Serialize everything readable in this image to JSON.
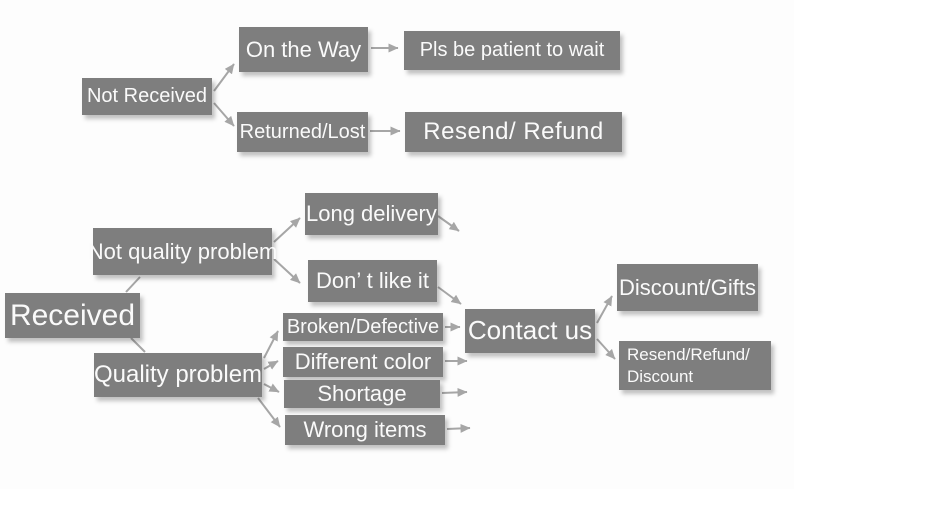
{
  "diagram": {
    "type": "flowchart",
    "colors": {
      "node_fill": "#7e7e7e",
      "node_text": "#fafafa",
      "arrow": "#a6a6a6",
      "background": "#fdfdfd"
    },
    "nodes": {
      "not_received": "Not Received",
      "on_the_way": "On the Way",
      "pls_be_patient": "Pls be patient to wait",
      "returned_lost": "Returned/Lost",
      "resend_refund": "Resend/ Refund",
      "received": "Received",
      "not_quality_problem": "Not quality problem",
      "long_delivery": "Long delivery",
      "dont_like_it": "Don’ t like it",
      "quality_problem": "Quality problem",
      "broken_defective": "Broken/Defective",
      "different_color": "Different color",
      "shortage": "Shortage",
      "wrong_items": "Wrong items",
      "contact_us": "Contact us",
      "discount_gifts": "Discount/Gifts",
      "resend_refund_discount": "Resend/Refund/\nDiscount"
    },
    "edges": [
      {
        "from": "not_received",
        "to": "on_the_way"
      },
      {
        "from": "not_received",
        "to": "returned_lost"
      },
      {
        "from": "on_the_way",
        "to": "pls_be_patient"
      },
      {
        "from": "returned_lost",
        "to": "resend_refund"
      },
      {
        "from": "received",
        "to": "not_quality_problem"
      },
      {
        "from": "received",
        "to": "quality_problem"
      },
      {
        "from": "not_quality_problem",
        "to": "long_delivery"
      },
      {
        "from": "not_quality_problem",
        "to": "dont_like_it"
      },
      {
        "from": "long_delivery",
        "to": "contact_us"
      },
      {
        "from": "dont_like_it",
        "to": "contact_us"
      },
      {
        "from": "quality_problem",
        "to": "broken_defective"
      },
      {
        "from": "quality_problem",
        "to": "different_color"
      },
      {
        "from": "quality_problem",
        "to": "shortage"
      },
      {
        "from": "quality_problem",
        "to": "wrong_items"
      },
      {
        "from": "broken_defective",
        "to": "contact_us"
      },
      {
        "from": "different_color",
        "to": "contact_us"
      },
      {
        "from": "shortage",
        "to": "contact_us"
      },
      {
        "from": "wrong_items",
        "to": "contact_us"
      },
      {
        "from": "contact_us",
        "to": "discount_gifts"
      },
      {
        "from": "contact_us",
        "to": "resend_refund_discount"
      }
    ]
  }
}
